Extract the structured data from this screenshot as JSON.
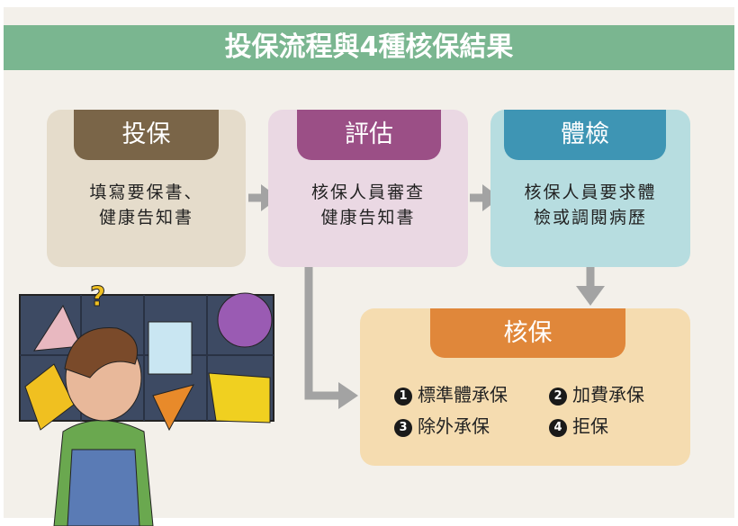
{
  "title": "投保流程與4種核保結果",
  "steps": [
    {
      "label": "投保",
      "text": [
        "填寫要保書、",
        "健康告知書"
      ],
      "color": "#7a6548",
      "bg": "#e5dccb"
    },
    {
      "label": "評估",
      "text": [
        "核保人員審查",
        "健康告知書"
      ],
      "color": "#9b4f86",
      "bg": "#ead8e3"
    },
    {
      "label": "體檢",
      "text": [
        "核保人員要求體",
        "檢或調閱病歷"
      ],
      "color": "#3e95b4",
      "bg": "#b7dde0"
    }
  ],
  "result": {
    "label": "核保",
    "color": "#e0873a",
    "bg": "#f5dcb0",
    "items": [
      {
        "n": "1",
        "text": "標準體承保"
      },
      {
        "n": "2",
        "text": "加費承保"
      },
      {
        "n": "3",
        "text": "除外承保"
      },
      {
        "n": "4",
        "text": "拒保"
      }
    ]
  }
}
